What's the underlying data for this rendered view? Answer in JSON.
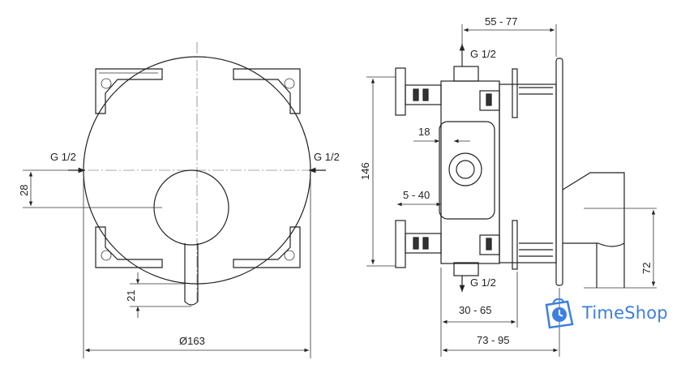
{
  "front_view": {
    "label_g_left": "G 1/2",
    "label_g_right": "G 1/2",
    "dim_offset": "28",
    "dim_lever": "21",
    "dim_diameter": "Ø163"
  },
  "side_view": {
    "label_g_top": "G 1/2",
    "label_g_bottom": "G 1/2",
    "dim_top": "55 - 77",
    "dim_height": "146",
    "dim_18": "18",
    "dim_5_40": "5 - 40",
    "dim_72": "72",
    "dim_30_65": "30 - 65",
    "dim_73_95": "73 - 95"
  },
  "watermark": {
    "brand": "TimeShop",
    "color": "#3d7fe0",
    "icon": "bag-clock-icon"
  }
}
